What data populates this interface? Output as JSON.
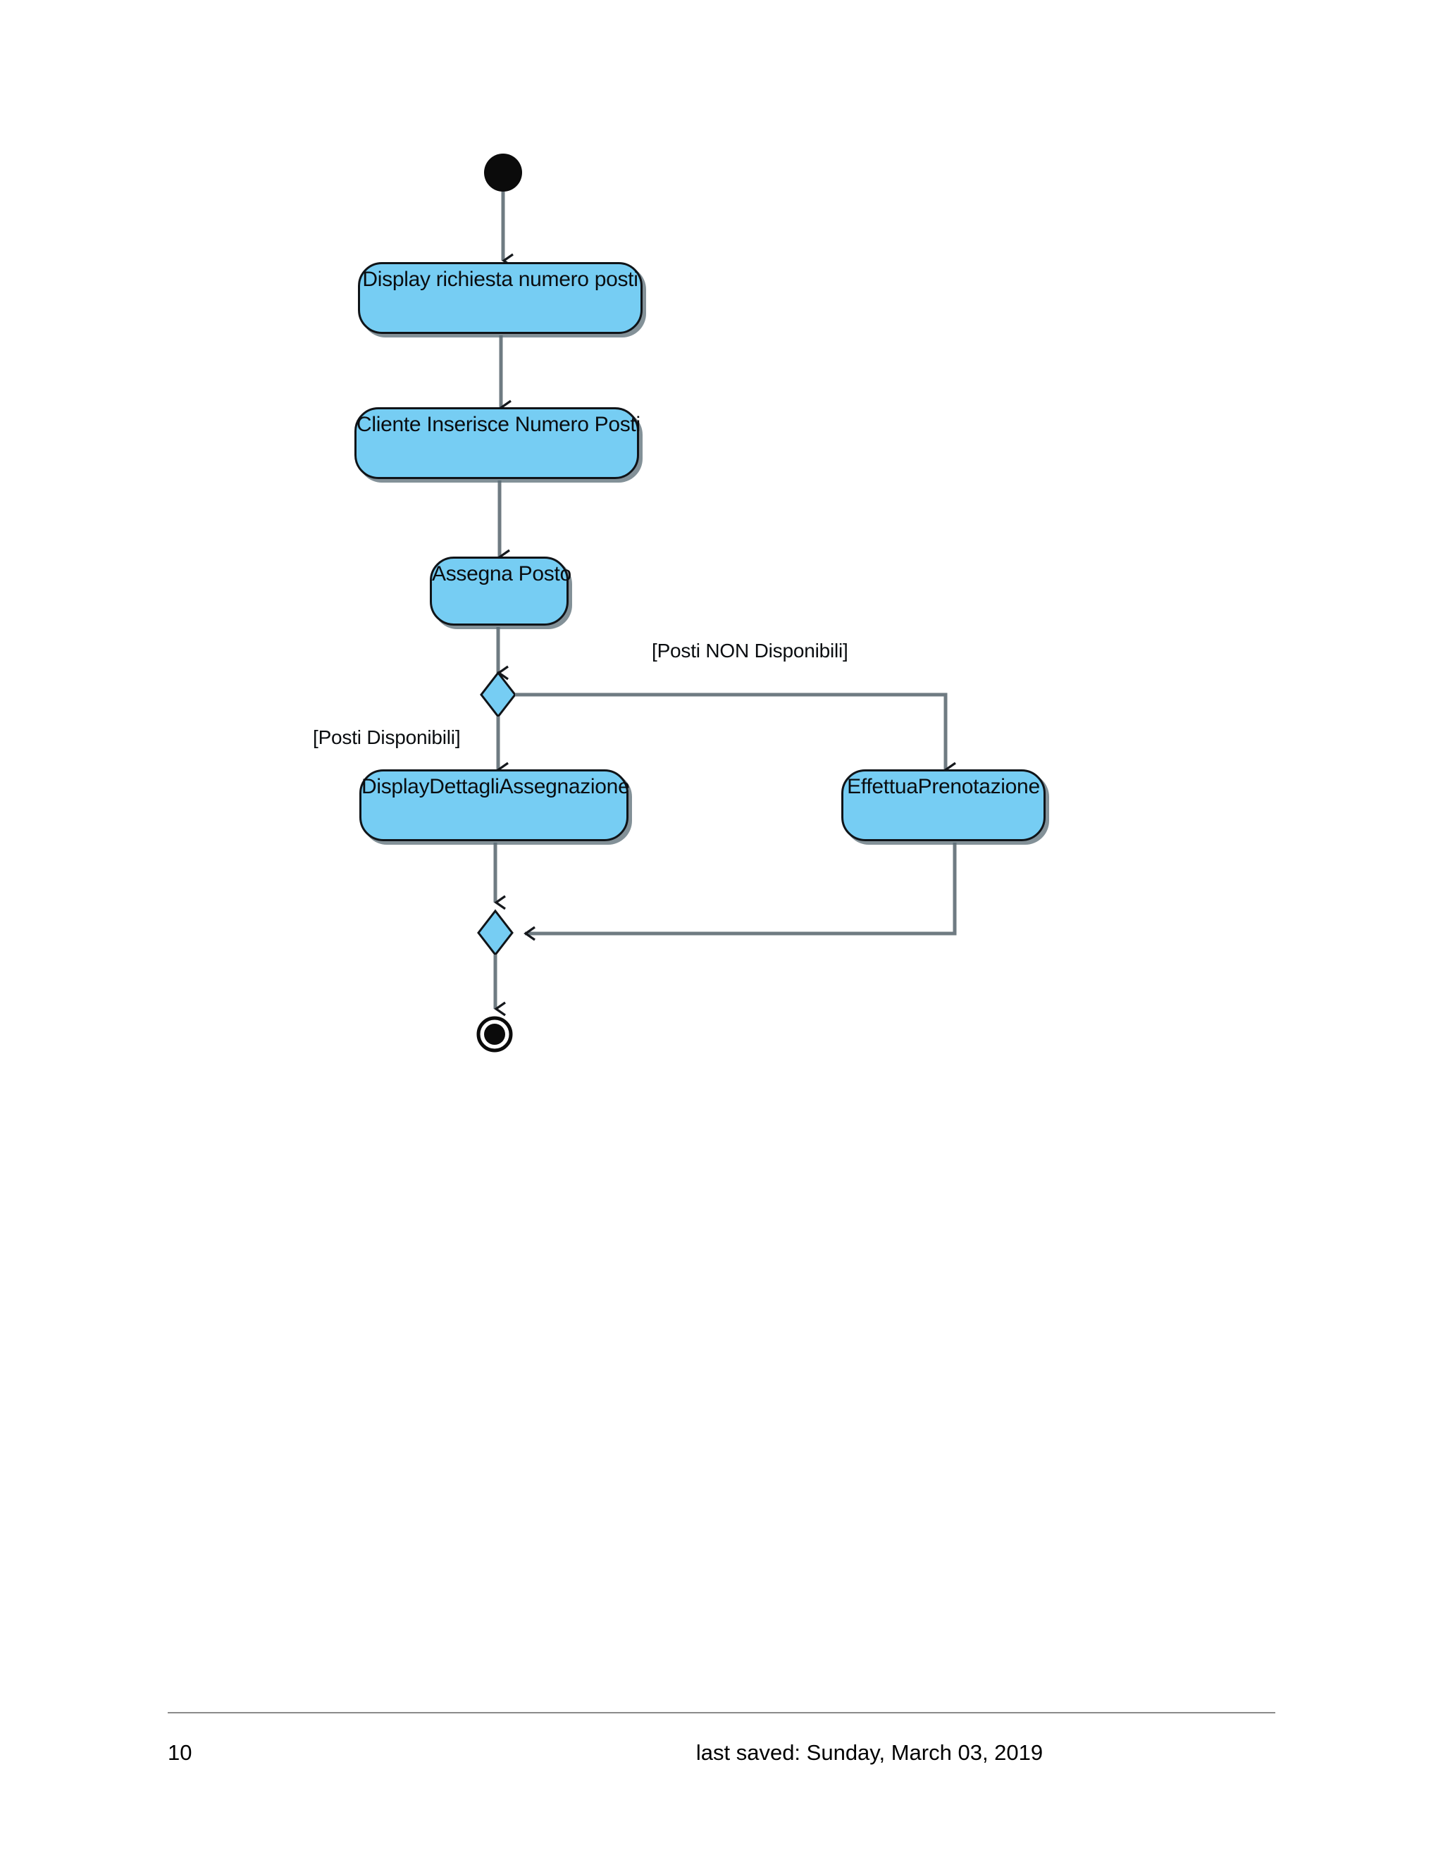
{
  "document": {
    "page_number": "10",
    "last_saved": "last saved: Sunday, March 03, 2019"
  },
  "diagram": {
    "type": "uml-activity-diagram",
    "node_fill_color": "#76cdf3",
    "node_border_color": "#101418",
    "connector_color": "#6f7b82",
    "start_node": {
      "name": "initial-node"
    },
    "end_node": {
      "name": "final-node"
    },
    "actions": [
      {
        "id": "display-richiesta",
        "label": "Display richiesta numero posti"
      },
      {
        "id": "cliente-inserisce",
        "label": "Cliente Inserisce Numero Posti"
      },
      {
        "id": "assegna-posto",
        "label": "Assegna Posto"
      },
      {
        "id": "display-dettagli",
        "label": "DisplayDettagliAssegnazione"
      },
      {
        "id": "effettua-prenotazione",
        "label": "EffettuaPrenotazione"
      }
    ],
    "decisions": [
      {
        "id": "decision-posti",
        "name": "decision-node"
      },
      {
        "id": "merge-node",
        "name": "merge-node"
      }
    ],
    "guards": [
      {
        "id": "guard-non-disponibili",
        "label": "[Posti NON Disponibili]"
      },
      {
        "id": "guard-disponibili",
        "label": "[Posti Disponibili]"
      }
    ]
  }
}
